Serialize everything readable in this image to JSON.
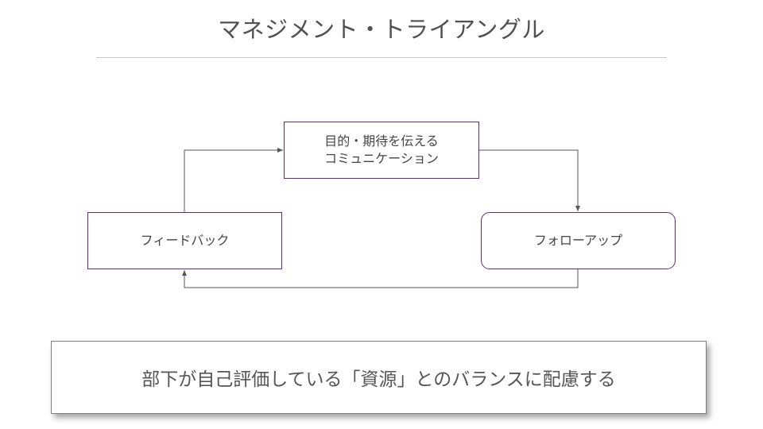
{
  "title": "マネジメント・トライアングル",
  "nodes": {
    "top": {
      "line1": "目的・期待を伝える",
      "line2": "コミュニケーション"
    },
    "left": {
      "label": "フィードバック"
    },
    "right": {
      "label": "フォローアップ"
    }
  },
  "summary": "部下が自己評価している「資源」とのバランスに配慮する",
  "colors": {
    "node_border": "#5b2c86",
    "connector": "#555555",
    "title_rule": "#c8c8c8"
  }
}
